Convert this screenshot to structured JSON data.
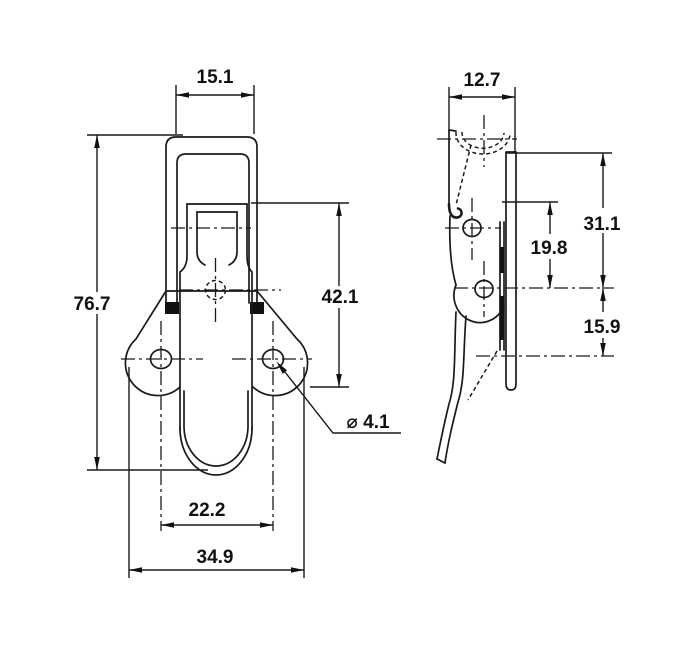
{
  "meta": {
    "background_color": "#ffffff",
    "line_color": "#1a1a1a",
    "drawing_type": "toggle-latch dimensioned engineering drawing"
  },
  "front_view": {
    "dim_top_width": "15.1",
    "dim_overall_height": "76.7",
    "dim_latch_height": "42.1",
    "dim_hole_spacing": "22.2",
    "dim_base_width": "34.9",
    "dim_hole_diameter": "⌀ 4.1"
  },
  "side_view": {
    "dim_depth": "12.7",
    "dim_top_to_hole": "31.1",
    "dim_slot_to_hole": "19.8",
    "dim_hole_to_bottom": "15.9"
  }
}
